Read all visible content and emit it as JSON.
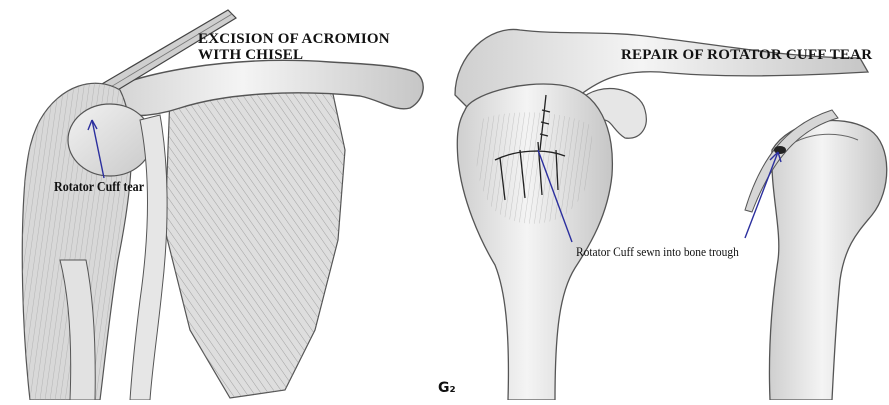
{
  "panels": {
    "left": {
      "title_line1": "EXCISION OF ACROMION",
      "title_line2": "WITH CHISEL",
      "callout": "Rotator Cuff tear"
    },
    "right": {
      "title": "REPAIR OF ROTATOR CUFF TEAR",
      "callout": "Rotator Cuff sewn into bone trough",
      "figure_mark": "G₂"
    }
  },
  "colors": {
    "background": "#ffffff",
    "bone_fill": "#ededed",
    "muscle_fill": "#dcdcdc",
    "line_art": "#555555",
    "leader_line": "#2b2f9e",
    "text": "#111111"
  }
}
